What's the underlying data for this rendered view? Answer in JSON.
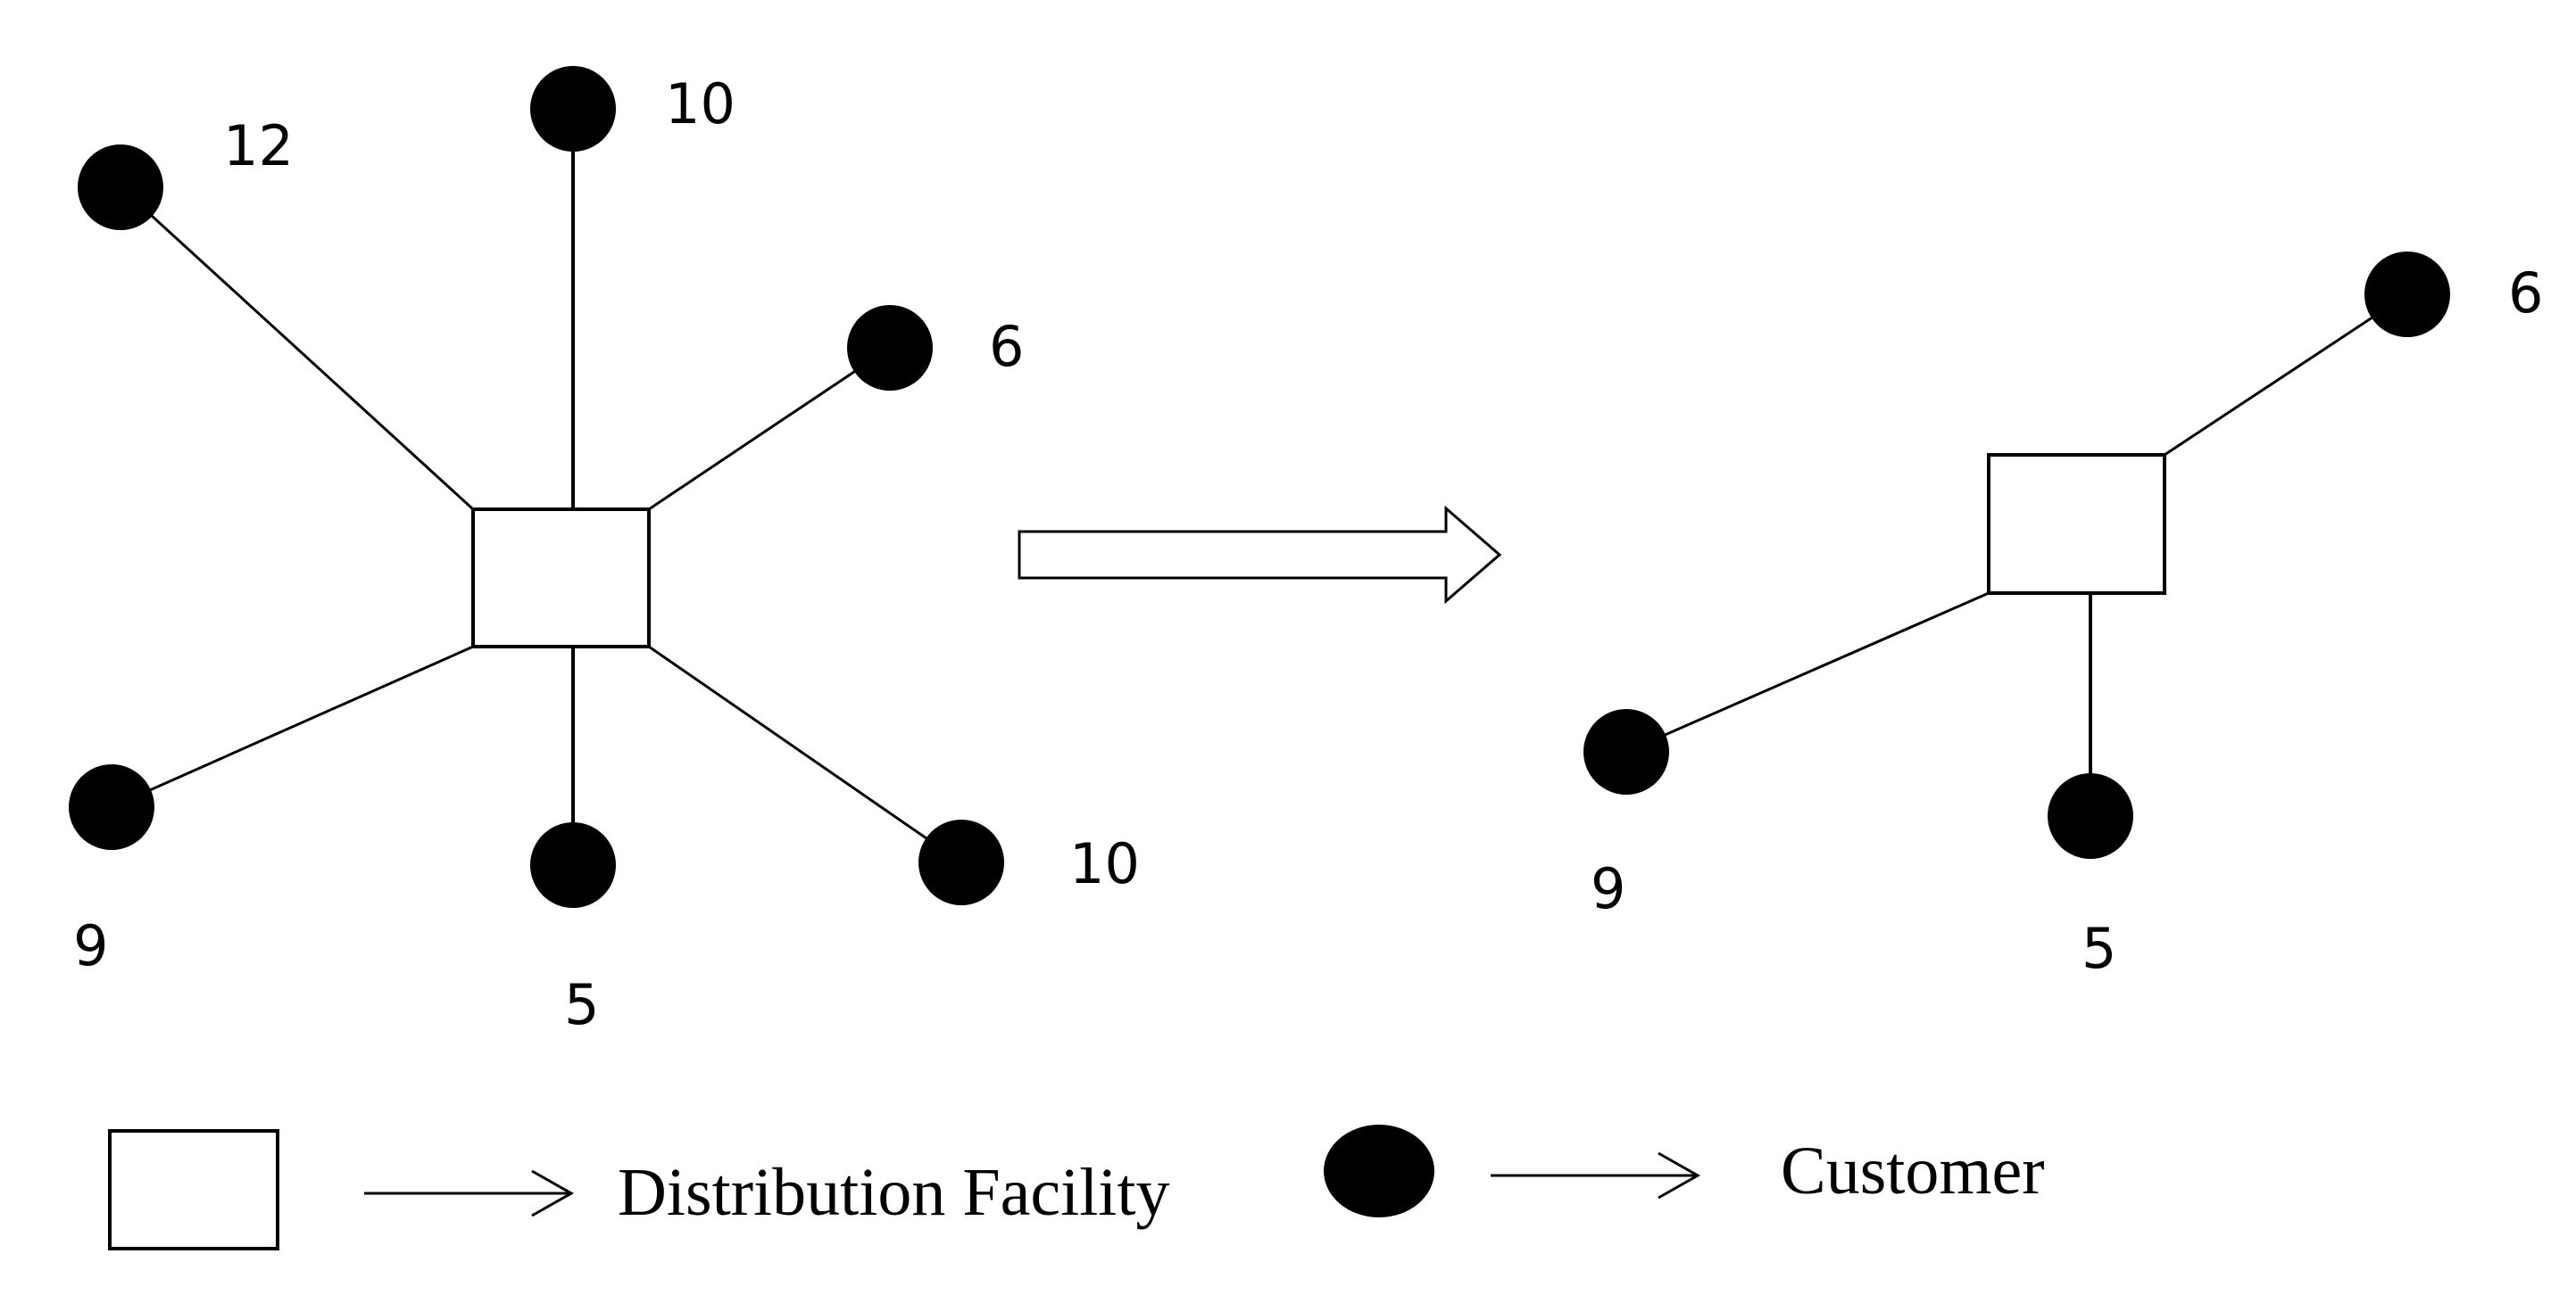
{
  "before": {
    "demands": [
      "12",
      "10",
      "6",
      "9",
      "5",
      "10"
    ]
  },
  "after": {
    "demands": [
      "6",
      "9",
      "5"
    ]
  },
  "legend": {
    "facility_label": "Distribution Facility",
    "customer_label": "Customer"
  },
  "colors": {
    "stroke": "#000000",
    "customer_fill": "#000000",
    "facility_fill": "#ffffff"
  }
}
